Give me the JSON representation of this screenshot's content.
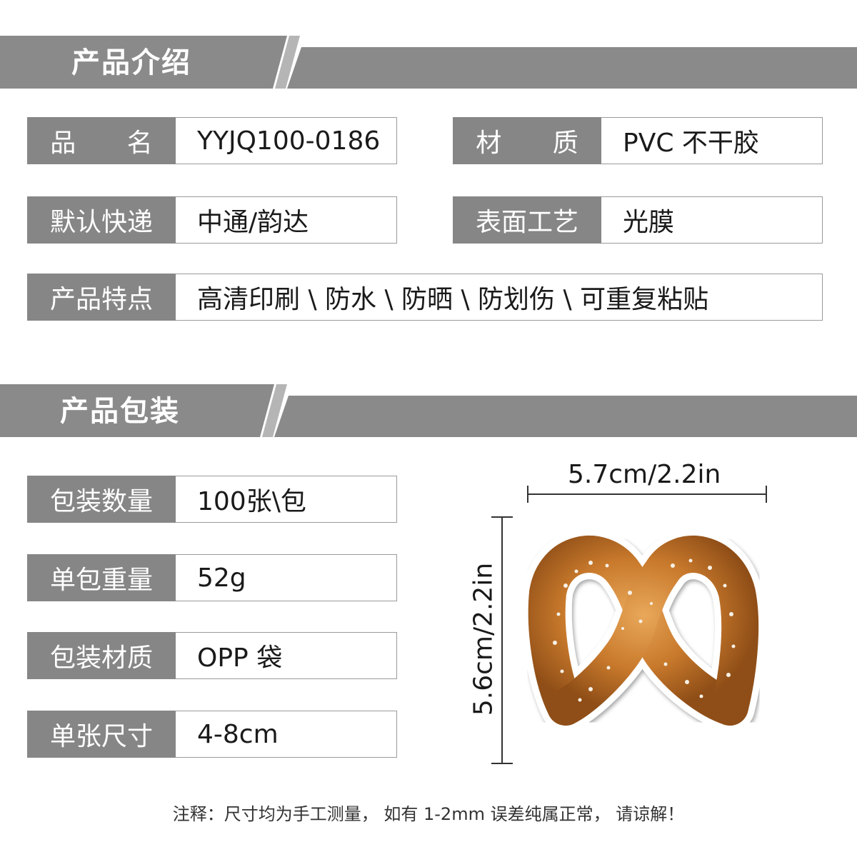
{
  "section_intro": {
    "title": "产品介绍"
  },
  "intro_rows": [
    {
      "label": "品 名",
      "value": "YYJQ100-0186"
    },
    {
      "label": "材 质",
      "value": "PVC 不干胶"
    },
    {
      "label": "默认快递",
      "value": "中通/韵达"
    },
    {
      "label": "表面工艺",
      "value": "光膜"
    },
    {
      "label": "产品特点",
      "value": "高清印刷 \\ 防水 \\ 防晒 \\ 防划伤 \\ 可重复粘贴"
    }
  ],
  "section_pack": {
    "title": "产品包装"
  },
  "pack_rows": [
    {
      "label": "包装数量",
      "value": "100张\\包"
    },
    {
      "label": "单包重量",
      "value": "52g"
    },
    {
      "label": "包装材质",
      "value": "OPP 袋"
    },
    {
      "label": "单张尺寸",
      "value": "4-8cm"
    }
  ],
  "dimensions": {
    "width": "5.7cm/2.2in",
    "height": "5.6cm/2.2in"
  },
  "note": "注释：尺寸均为手工测量， 如有 1-2mm 误差纯属正常， 请谅解！",
  "colors": {
    "banner": "#8a8a8a",
    "label_bg": "#868686",
    "pretzel": "#c77a2c"
  },
  "icons": {
    "sticker": "pretzel-sticker-icon"
  }
}
